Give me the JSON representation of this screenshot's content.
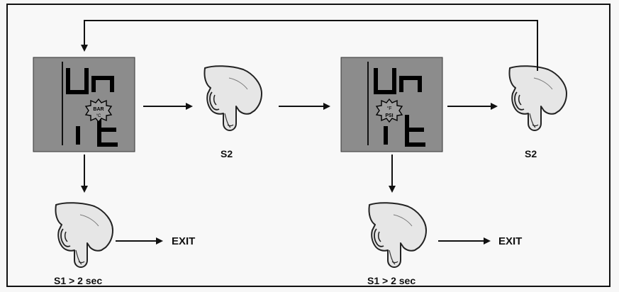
{
  "displays": [
    {
      "top_text": "Un",
      "bottom_text": "it",
      "badge_lines": [
        "BAR",
        "°C"
      ]
    },
    {
      "top_text": "Un",
      "bottom_text": "it",
      "badge_lines": [
        "°F",
        "PSI"
      ]
    }
  ],
  "labels": {
    "s2_first": "S2",
    "s2_second": "S2",
    "s1_first": "S1 > 2 sec",
    "s1_second": "S1 > 2 sec",
    "exit_first": "EXIT",
    "exit_second": "EXIT"
  },
  "icons": [
    "finger-press-icon",
    "arrow-icon",
    "lcd-display"
  ],
  "colors": {
    "lcd": "#8c8c8c",
    "segment": "#000000",
    "line": "#111111",
    "background": "#f8f8f8"
  }
}
